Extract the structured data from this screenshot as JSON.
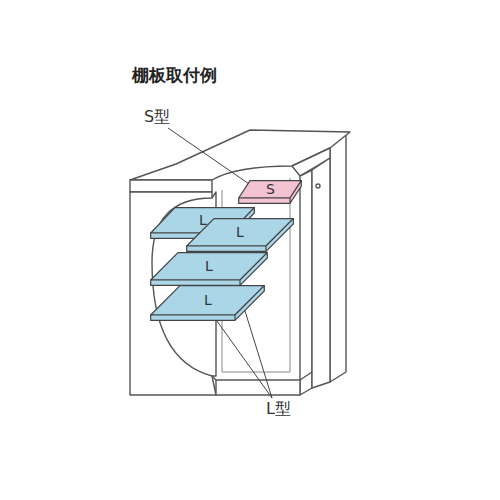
{
  "diagram": {
    "title": "棚板取付例",
    "nodes": [
      {
        "text": [
          "S"
        ]
      },
      {
        "text": [
          "L"
        ]
      },
      {
        "text": [
          "L"
        ]
      },
      {
        "text": [
          "L"
        ]
      },
      {
        "text": [
          "L"
        ]
      }
    ],
    "labels": [
      "S型",
      "L型"
    ]
  }
}
